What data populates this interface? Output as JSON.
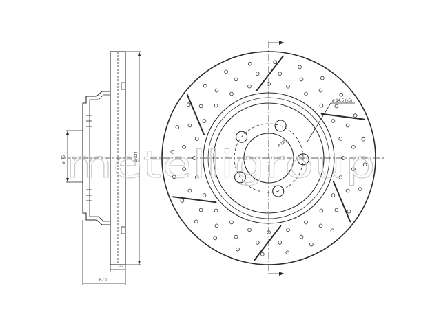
{
  "drawing": {
    "title": "",
    "dimensions": {
      "hub_diameter": "ø 75",
      "outer_diameter": "ø 324",
      "thickness": "22",
      "total_height": "67.2",
      "bolt_circle": "ø 120",
      "bolt_holes": "ø 14.5 (x5)"
    },
    "watermark_text": "metelligroup",
    "colors": {
      "line": "#2a2a2a",
      "background": "#ffffff",
      "watermark": "#c9c9c9"
    }
  }
}
